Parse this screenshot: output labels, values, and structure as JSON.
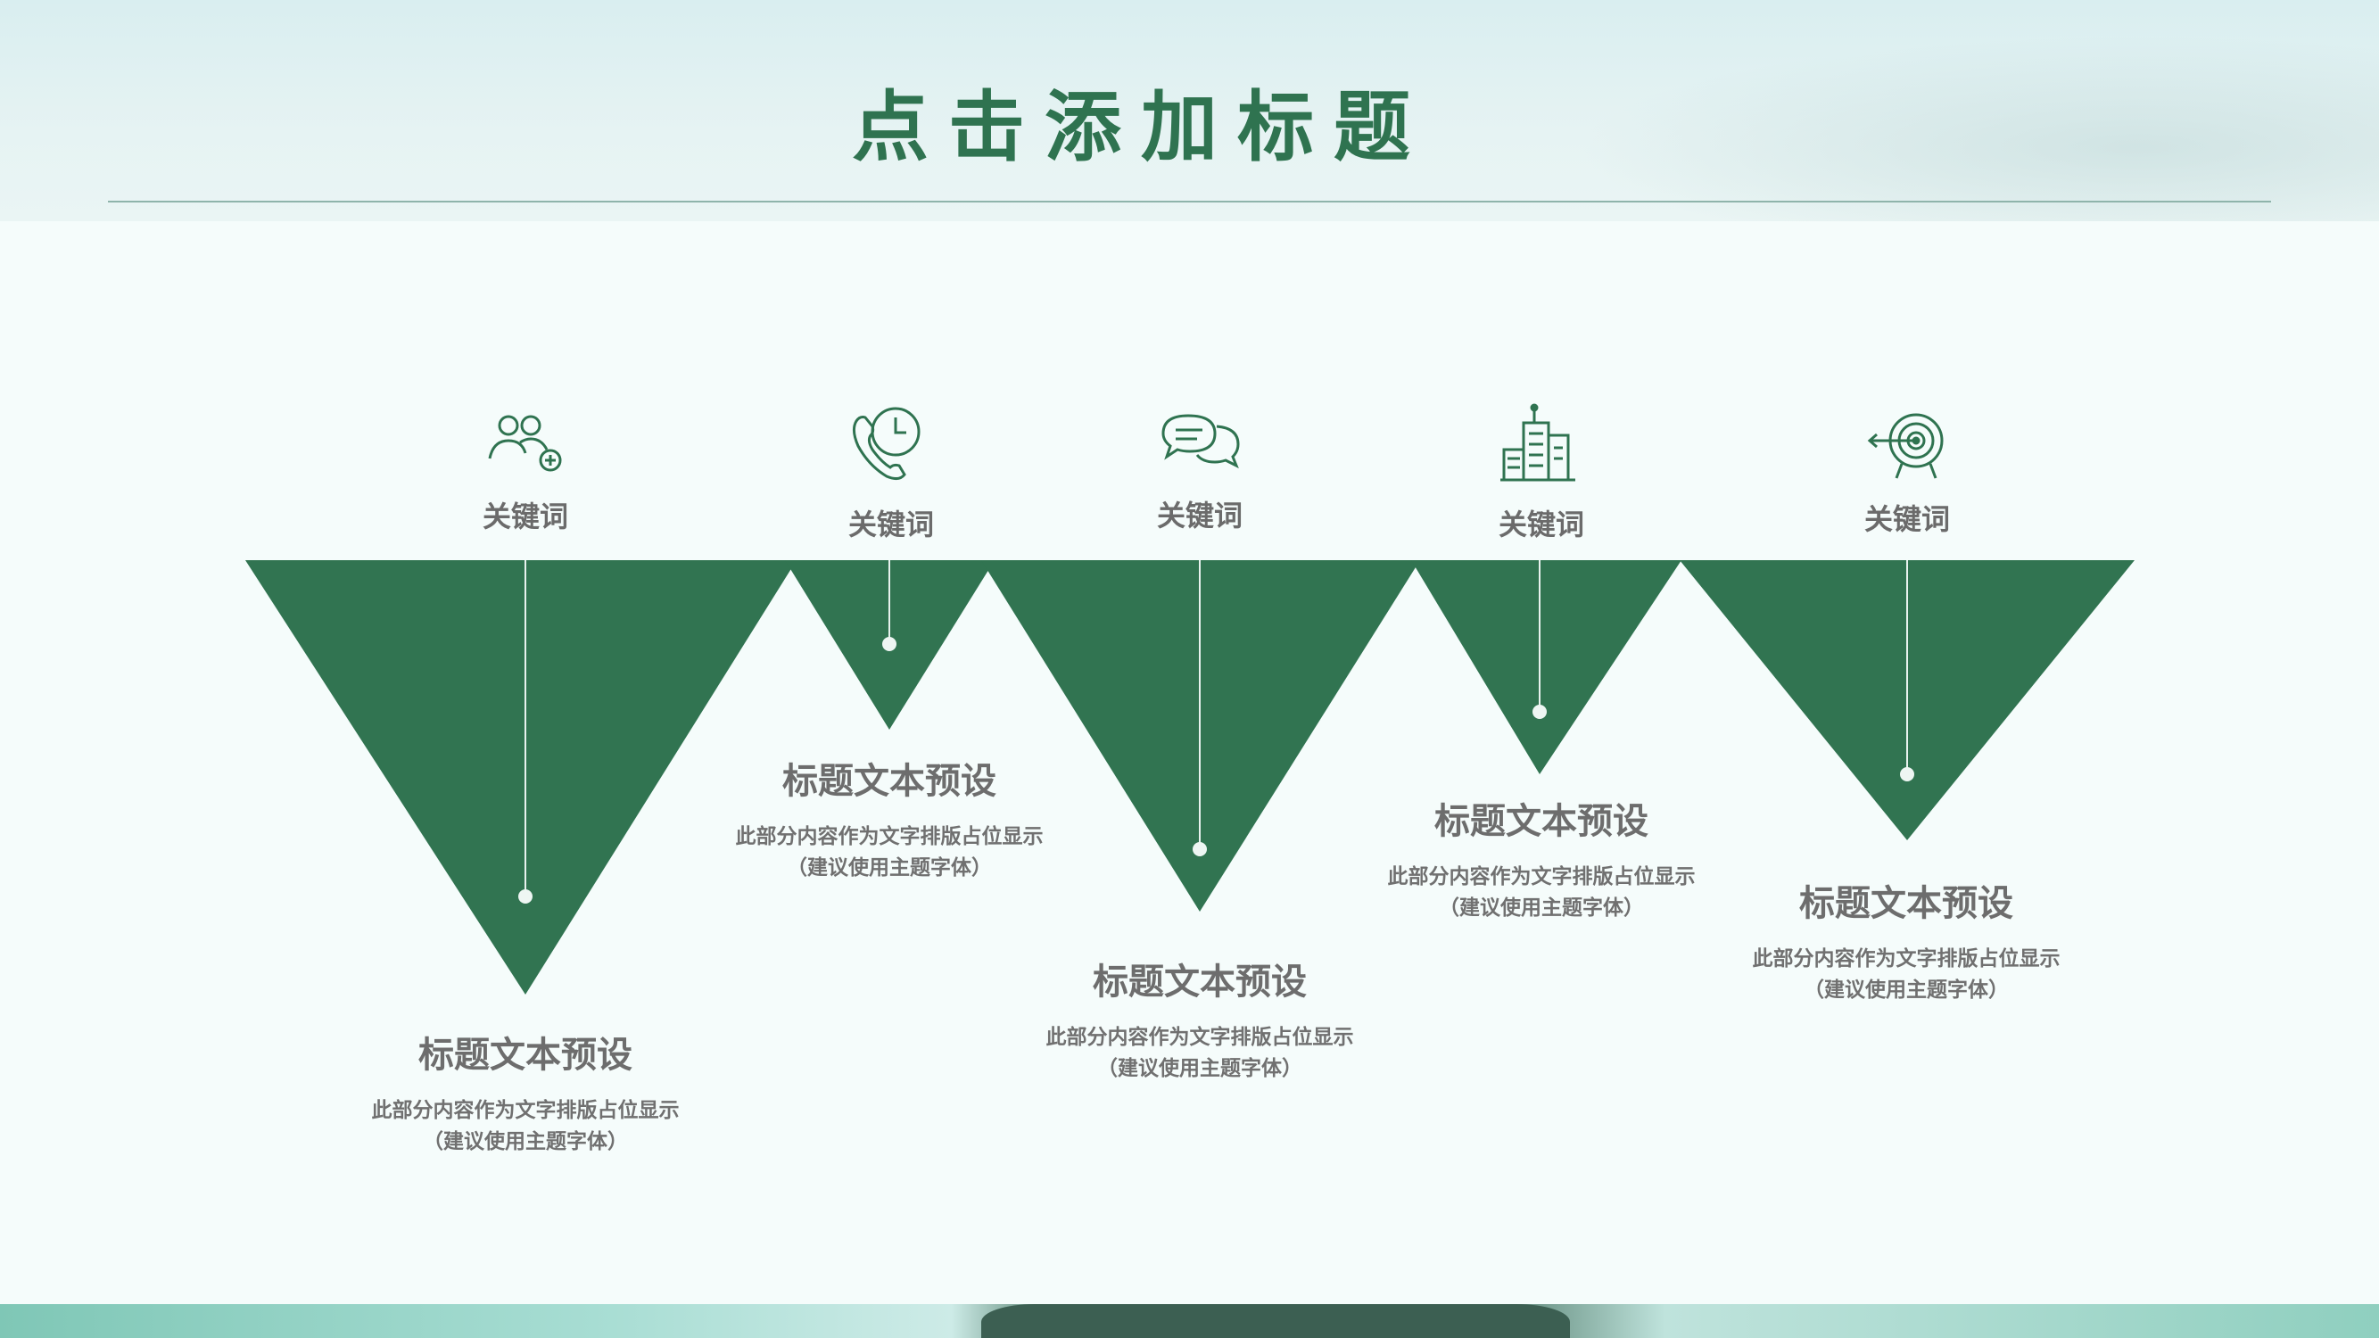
{
  "title": "点击添加标题",
  "colors": {
    "accent": "#2f7350",
    "triangle": "#317451",
    "text_gray": "#6d6d6d"
  },
  "items": [
    {
      "keyword": "关键词",
      "icon": "add-user-icon",
      "heading": "标题文本预设",
      "desc": "此部分内容作为文字排版占位显示",
      "note": "（建议使用主题字体）"
    },
    {
      "keyword": "关键词",
      "icon": "phone-clock-icon",
      "heading": "标题文本预设",
      "desc": "此部分内容作为文字排版占位显示",
      "note": "（建议使用主题字体）"
    },
    {
      "keyword": "关键词",
      "icon": "chat-bubbles-icon",
      "heading": "标题文本预设",
      "desc": "此部分内容作为文字排版占位显示",
      "note": "（建议使用主题字体）"
    },
    {
      "keyword": "关键词",
      "icon": "building-icon",
      "heading": "标题文本预设",
      "desc": "此部分内容作为文字排版占位显示",
      "note": "（建议使用主题字体）"
    },
    {
      "keyword": "关键词",
      "icon": "target-icon",
      "heading": "标题文本预设",
      "desc": "此部分内容作为文字排版占位显示",
      "note": "（建议使用主题字体）"
    }
  ]
}
